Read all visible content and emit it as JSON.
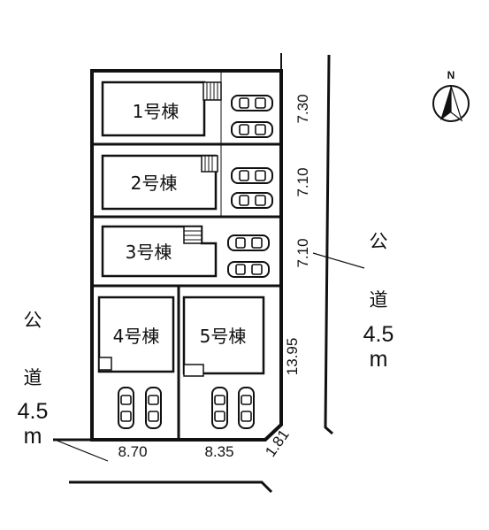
{
  "lots": [
    {
      "label": "1号棟"
    },
    {
      "label": "2号棟"
    },
    {
      "label": "3号棟"
    },
    {
      "label": "4号棟"
    },
    {
      "label": "5号棟"
    }
  ],
  "dimensions": {
    "east": [
      "7.30",
      "7.10",
      "7.10",
      "13.95"
    ],
    "south": [
      "8.70",
      "8.35"
    ],
    "corner": "1.81"
  },
  "roads": {
    "east": {
      "chars": [
        "公",
        "道"
      ],
      "width": "4.5",
      "unit": "m"
    },
    "west": {
      "chars": [
        "公",
        "道"
      ],
      "width": "4.5",
      "unit": "m"
    }
  },
  "compass": {
    "label": "N",
    "icon": "north-arrow-icon"
  }
}
